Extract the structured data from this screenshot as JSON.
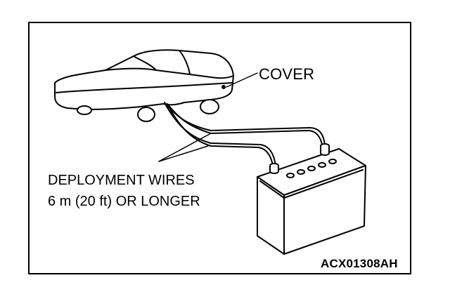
{
  "labels": {
    "cover": "COVER",
    "wires_line1": "DEPLOYMENT WIRES",
    "wires_line2": "6 m (20 ft) OR LONGER",
    "figure_code": "ACX01308AH"
  },
  "icons": [
    "covered-car-icon",
    "battery-icon",
    "deployment-wires-icon"
  ],
  "colors": {
    "line": "#000000",
    "background": "#ffffff"
  }
}
